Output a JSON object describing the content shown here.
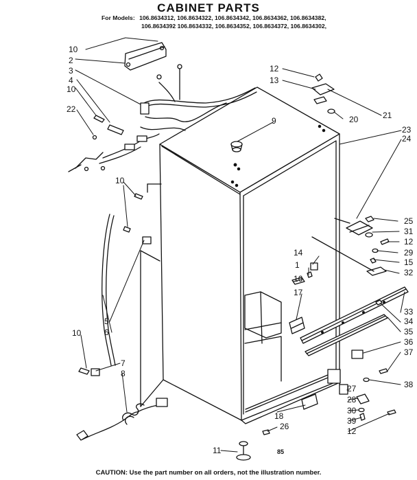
{
  "header": {
    "title": "CABINET PARTS",
    "models_lead": "For Models:",
    "models_row1": [
      "106.8634312,",
      "106.8634322,",
      "106.8634342,",
      "106.8634362,",
      "106.8634382,"
    ],
    "models_row2": [
      "106.8634392",
      "106.8634332,",
      "106.8634352,",
      "106.8634372,",
      "106.8634302,"
    ]
  },
  "diagram_code": "85",
  "footer": {
    "caution": "CAUTION: Use the part number on all orders, not the illustration number."
  },
  "callouts": [
    {
      "id": "c10a",
      "text": "10"
    },
    {
      "id": "c2",
      "text": "2"
    },
    {
      "id": "c3",
      "text": "3"
    },
    {
      "id": "c4",
      "text": "4"
    },
    {
      "id": "c10b",
      "text": "10"
    },
    {
      "id": "c22",
      "text": "22"
    },
    {
      "id": "c12a",
      "text": "12"
    },
    {
      "id": "c13",
      "text": "13"
    },
    {
      "id": "c9",
      "text": "9"
    },
    {
      "id": "c21",
      "text": "21"
    },
    {
      "id": "c20",
      "text": "20"
    },
    {
      "id": "c23",
      "text": "23"
    },
    {
      "id": "c24",
      "text": "24"
    },
    {
      "id": "c10c",
      "text": "10"
    },
    {
      "id": "c25",
      "text": "25"
    },
    {
      "id": "c31",
      "text": "31"
    },
    {
      "id": "c12b",
      "text": "12"
    },
    {
      "id": "c29",
      "text": "29"
    },
    {
      "id": "c14",
      "text": "14"
    },
    {
      "id": "c15",
      "text": "15"
    },
    {
      "id": "c1",
      "text": "1"
    },
    {
      "id": "c32",
      "text": "32"
    },
    {
      "id": "c16",
      "text": "16"
    },
    {
      "id": "c17",
      "text": "17"
    },
    {
      "id": "c33",
      "text": "33"
    },
    {
      "id": "c34",
      "text": "34"
    },
    {
      "id": "c35",
      "text": "35"
    },
    {
      "id": "c5",
      "text": "5"
    },
    {
      "id": "c6",
      "text": "6"
    },
    {
      "id": "c36",
      "text": "36"
    },
    {
      "id": "c10d",
      "text": "10"
    },
    {
      "id": "c37",
      "text": "37"
    },
    {
      "id": "c7",
      "text": "7"
    },
    {
      "id": "c8",
      "text": "8"
    },
    {
      "id": "c38",
      "text": "38"
    },
    {
      "id": "c27",
      "text": "27"
    },
    {
      "id": "c18",
      "text": "18"
    },
    {
      "id": "c28",
      "text": "28"
    },
    {
      "id": "c26",
      "text": "26"
    },
    {
      "id": "c30",
      "text": "30"
    },
    {
      "id": "c39",
      "text": "39"
    },
    {
      "id": "c11",
      "text": "11"
    },
    {
      "id": "c12c",
      "text": "12"
    }
  ]
}
